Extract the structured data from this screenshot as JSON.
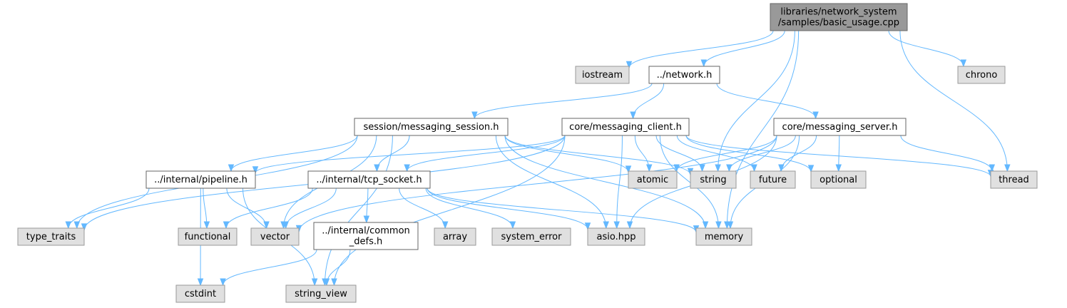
{
  "graph": {
    "title": "",
    "colors": {
      "edge": "#63b8ff",
      "root_fill": "#999999",
      "local_fill": "#ffffff",
      "external_fill": "#e0e0e0",
      "border": "#666666"
    },
    "nodes": [
      {
        "id": "basic_usage",
        "kind": "root",
        "lines": [
          "libraries/network_system",
          "/samples/basic_usage.cpp"
        ]
      },
      {
        "id": "iostream",
        "kind": "external",
        "lines": [
          "iostream"
        ]
      },
      {
        "id": "network_h",
        "kind": "local",
        "lines": [
          "../network.h"
        ]
      },
      {
        "id": "chrono",
        "kind": "external",
        "lines": [
          "chrono"
        ]
      },
      {
        "id": "messaging_session",
        "kind": "local",
        "lines": [
          "session/messaging_session.h"
        ]
      },
      {
        "id": "messaging_client",
        "kind": "local",
        "lines": [
          "core/messaging_client.h"
        ]
      },
      {
        "id": "messaging_server",
        "kind": "local",
        "lines": [
          "core/messaging_server.h"
        ]
      },
      {
        "id": "pipeline",
        "kind": "local",
        "lines": [
          "../internal/pipeline.h"
        ]
      },
      {
        "id": "tcp_socket",
        "kind": "local",
        "lines": [
          "../internal/tcp_socket.h"
        ]
      },
      {
        "id": "atomic",
        "kind": "external",
        "lines": [
          "atomic"
        ]
      },
      {
        "id": "string",
        "kind": "external",
        "lines": [
          "string"
        ]
      },
      {
        "id": "future",
        "kind": "external",
        "lines": [
          "future"
        ]
      },
      {
        "id": "optional",
        "kind": "external",
        "lines": [
          "optional"
        ]
      },
      {
        "id": "thread",
        "kind": "external",
        "lines": [
          "thread"
        ]
      },
      {
        "id": "type_traits",
        "kind": "external",
        "lines": [
          "type_traits"
        ]
      },
      {
        "id": "functional",
        "kind": "external",
        "lines": [
          "functional"
        ]
      },
      {
        "id": "vector",
        "kind": "external",
        "lines": [
          "vector"
        ]
      },
      {
        "id": "common_defs",
        "kind": "local",
        "lines": [
          "../internal/common",
          "_defs.h"
        ]
      },
      {
        "id": "array",
        "kind": "external",
        "lines": [
          "array"
        ]
      },
      {
        "id": "system_error",
        "kind": "external",
        "lines": [
          "system_error"
        ]
      },
      {
        "id": "asio",
        "kind": "external",
        "lines": [
          "asio.hpp"
        ]
      },
      {
        "id": "memory",
        "kind": "external",
        "lines": [
          "memory"
        ]
      },
      {
        "id": "cstdint",
        "kind": "external",
        "lines": [
          "cstdint"
        ]
      },
      {
        "id": "string_view",
        "kind": "external",
        "lines": [
          "string_view"
        ]
      }
    ],
    "edges": [
      [
        "basic_usage",
        "iostream"
      ],
      [
        "basic_usage",
        "network_h"
      ],
      [
        "basic_usage",
        "string"
      ],
      [
        "basic_usage",
        "thread"
      ],
      [
        "basic_usage",
        "chrono"
      ],
      [
        "basic_usage",
        "memory"
      ],
      [
        "network_h",
        "messaging_session"
      ],
      [
        "network_h",
        "messaging_client"
      ],
      [
        "network_h",
        "messaging_server"
      ],
      [
        "messaging_session",
        "pipeline"
      ],
      [
        "messaging_session",
        "tcp_socket"
      ],
      [
        "messaging_session",
        "type_traits"
      ],
      [
        "messaging_session",
        "vector"
      ],
      [
        "messaging_session",
        "string_view"
      ],
      [
        "messaging_session",
        "atomic"
      ],
      [
        "messaging_session",
        "string"
      ],
      [
        "messaging_session",
        "asio"
      ],
      [
        "messaging_session",
        "memory"
      ],
      [
        "messaging_client",
        "pipeline"
      ],
      [
        "messaging_client",
        "tcp_socket"
      ],
      [
        "messaging_client",
        "type_traits"
      ],
      [
        "messaging_client",
        "atomic"
      ],
      [
        "messaging_client",
        "string"
      ],
      [
        "messaging_client",
        "future"
      ],
      [
        "messaging_client",
        "optional"
      ],
      [
        "messaging_client",
        "thread"
      ],
      [
        "messaging_client",
        "asio"
      ],
      [
        "messaging_client",
        "memory"
      ],
      [
        "messaging_client",
        "string_view"
      ],
      [
        "messaging_server",
        "atomic"
      ],
      [
        "messaging_server",
        "string"
      ],
      [
        "messaging_server",
        "future"
      ],
      [
        "messaging_server",
        "optional"
      ],
      [
        "messaging_server",
        "thread"
      ],
      [
        "messaging_server",
        "vector"
      ],
      [
        "messaging_server",
        "asio"
      ],
      [
        "messaging_server",
        "memory"
      ],
      [
        "pipeline",
        "type_traits"
      ],
      [
        "pipeline",
        "functional"
      ],
      [
        "pipeline",
        "vector"
      ],
      [
        "pipeline",
        "cstdint"
      ],
      [
        "pipeline",
        "string_view"
      ],
      [
        "tcp_socket",
        "functional"
      ],
      [
        "tcp_socket",
        "vector"
      ],
      [
        "tcp_socket",
        "common_defs"
      ],
      [
        "tcp_socket",
        "array"
      ],
      [
        "tcp_socket",
        "system_error"
      ],
      [
        "tcp_socket",
        "asio"
      ],
      [
        "tcp_socket",
        "memory"
      ],
      [
        "common_defs",
        "cstdint"
      ],
      [
        "common_defs",
        "string_view"
      ]
    ]
  }
}
